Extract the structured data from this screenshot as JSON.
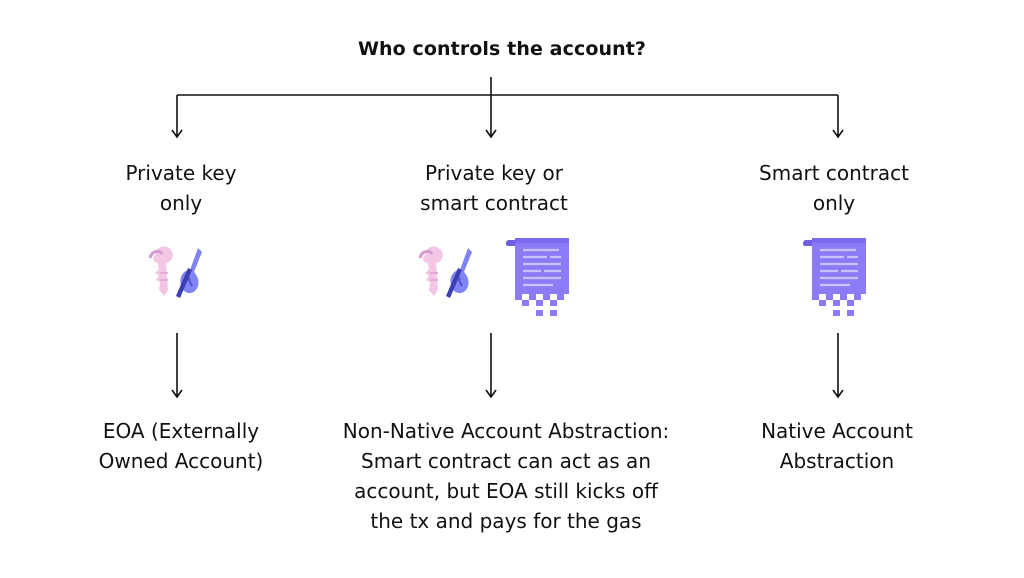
{
  "title": "Who controls the account?",
  "columns": [
    {
      "control_lines": [
        "Private key",
        "only"
      ],
      "icons": [
        "key-icon"
      ],
      "result_lines": [
        "EOA (Externally",
        "Owned Account)"
      ]
    },
    {
      "control_lines": [
        "Private key or",
        "smart contract"
      ],
      "icons": [
        "key-icon",
        "smart-contract-scroll-icon"
      ],
      "result_lines": [
        "Non-Native Account Abstraction:",
        "Smart contract can act as an",
        "account, but EOA still kicks off",
        "the tx and pays for the gas"
      ]
    },
    {
      "control_lines": [
        "Smart contract",
        "only"
      ],
      "icons": [
        "smart-contract-scroll-icon"
      ],
      "result_lines": [
        "Native Account",
        "Abstraction"
      ]
    }
  ],
  "colors": {
    "line": "#111111",
    "key_pink": "#f3c6e6",
    "key_blue": "#7f83f4",
    "scroll_purple": "#8b7cf6",
    "scroll_lines": "#c8c2ff"
  }
}
